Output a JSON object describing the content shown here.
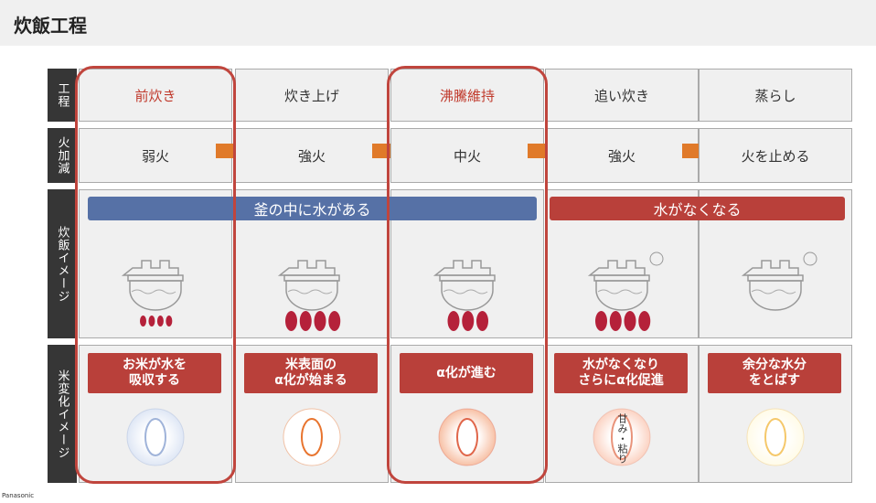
{
  "title": "炊飯工程",
  "row_labels": [
    "工程",
    "火加減",
    "炊飯イメージ",
    "米変化イメージ"
  ],
  "steps": [
    {
      "name": "前炊き",
      "heat": "弱火",
      "change": "お米が水を\n吸収する",
      "highlight": true
    },
    {
      "name": "炊き上げ",
      "heat": "強火",
      "change": "米表面の\nα化が始まる",
      "highlight": false
    },
    {
      "name": "沸騰維持",
      "heat": "中火",
      "change": "α化が進む",
      "highlight": true
    },
    {
      "name": "追い炊き",
      "heat": "強火",
      "change": "水がなくなり\nさらにα化促進",
      "highlight": false
    },
    {
      "name": "蒸らし",
      "heat": "火を止める",
      "change": "余分な水分\nをとばす",
      "highlight": false
    }
  ],
  "bands": {
    "water": "釜の中に水がある",
    "nowater": "水がなくなる"
  },
  "rice_label": "甘み・粘り",
  "footer": "Panasonic",
  "colors": {
    "accent": "#b9403a",
    "blue": "#5671a6",
    "arrow": "#e07a2a"
  }
}
